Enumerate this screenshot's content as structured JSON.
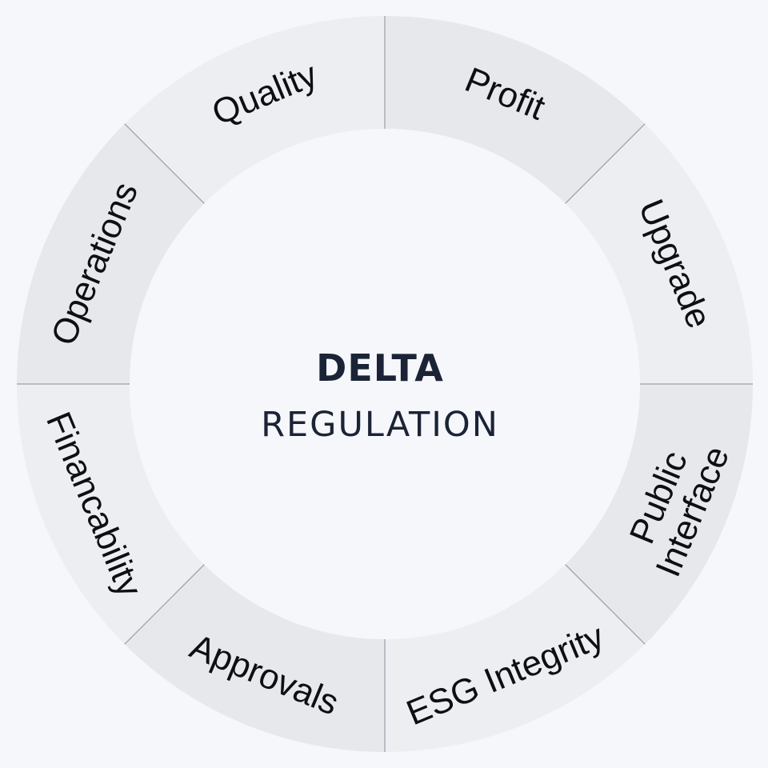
{
  "center": {
    "title": "DELTA",
    "subtitle": "REGULATION"
  },
  "segments": [
    {
      "lines": [
        "Quality"
      ]
    },
    {
      "lines": [
        "Profit"
      ]
    },
    {
      "lines": [
        "Upgrade"
      ]
    },
    {
      "lines": [
        "Public",
        "Interface"
      ]
    },
    {
      "lines": [
        "ESG Integrity"
      ]
    },
    {
      "lines": [
        "Approvals"
      ]
    },
    {
      "lines": [
        "Financability"
      ]
    },
    {
      "lines": [
        "Operations"
      ]
    }
  ],
  "colors": {
    "background": "#f5f7fb",
    "ring_fill": "#eceef2",
    "ring_fill_alt": "#e6e8ec",
    "divider": "#9aa0a9",
    "label": "#0d0f14",
    "center_text": "#1b2436"
  }
}
